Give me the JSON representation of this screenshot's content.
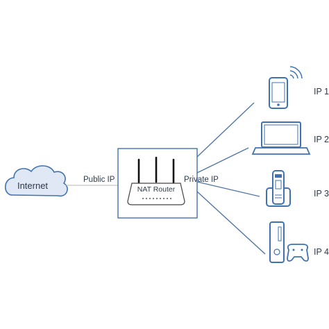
{
  "nodes": {
    "internet": "Internet",
    "router": "NAT Router"
  },
  "links": {
    "public": "Public IP",
    "private": "Private IP"
  },
  "devices": [
    {
      "label": "IP 1",
      "icon": "smartphone-icon"
    },
    {
      "label": "IP 2",
      "icon": "laptop-icon"
    },
    {
      "label": "IP 3",
      "icon": "cordless-phone-icon"
    },
    {
      "label": "IP 4",
      "icon": "game-console-icon"
    }
  ],
  "colors": {
    "accent": "#3f72b0",
    "line": "#5177a8",
    "cloud_fill": "#dfe8f4",
    "text": "#2e3a4a",
    "connector": "#b5b5b5"
  }
}
